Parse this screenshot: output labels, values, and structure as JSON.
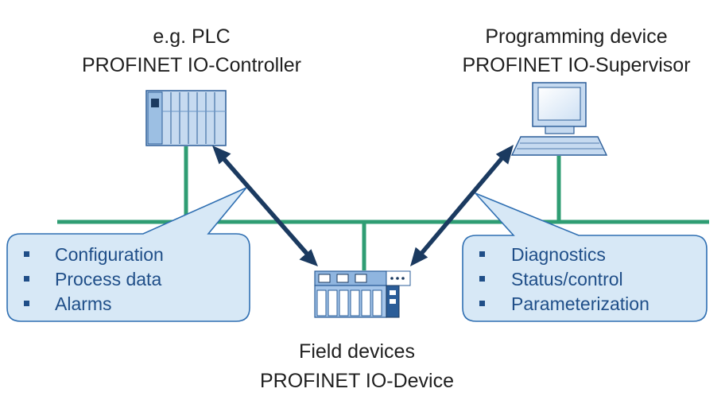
{
  "colors": {
    "network_line": "#2f9d73",
    "arrow": "#1b3a60",
    "bubble_fill": "#d7e8f6",
    "bubble_stroke": "#2f6fb2",
    "device_fill": "#c6daf0",
    "device_stroke": "#2b5d98",
    "text_dark": "#1f1f1f",
    "text_blue": "#1f4e88"
  },
  "controller": {
    "line1": "e.g. PLC",
    "line2": "PROFINET IO-Controller",
    "icon": "plc-icon"
  },
  "supervisor": {
    "line1": "Programming device",
    "line2": "PROFINET IO-Supervisor",
    "icon": "computer-icon"
  },
  "device": {
    "line1": "Field devices",
    "line2": "PROFINET IO-Device",
    "icon": "field-device-icon"
  },
  "left_bubble": {
    "items": [
      "Configuration",
      "Process data",
      "Alarms"
    ]
  },
  "right_bubble": {
    "items": [
      "Diagnostics",
      "Status/control",
      "Parameterization"
    ]
  }
}
